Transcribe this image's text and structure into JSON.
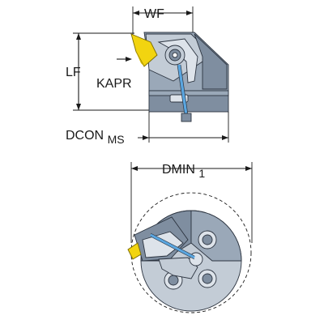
{
  "labels": {
    "wf": "WF",
    "lf": "LF",
    "kapr": "KAPR",
    "dcon_main": "DCON",
    "dcon_sub": "MS",
    "dmin_main": "DMIN",
    "dmin_sub": "1"
  },
  "colors": {
    "insert": "#f2d410",
    "coolant_channel": "#5aa6e0",
    "body_dark": "#7f8ea0",
    "body_light": "#c3ccd6",
    "line": "#1a1a1a"
  }
}
